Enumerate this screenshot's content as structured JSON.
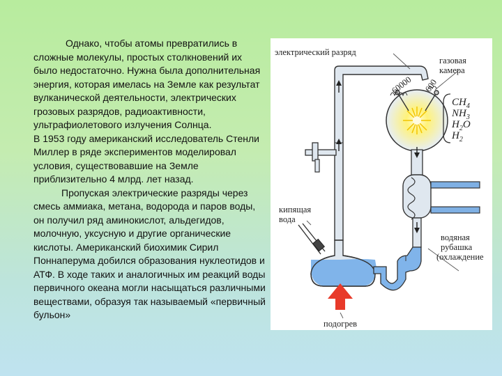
{
  "text": {
    "p1": "Однако, чтобы атомы превратились в сложные молекулы, простых столкновений их было недостаточно. Нужна была дополнительная энергия, которая имелась на Земле как результат вулканической деятельности, электрических грозовых разрядов, радиоактивности, ультрафиолетового излучения Солнца.",
    "p2": "В 1953 году американский исследователь Стенли Миллер в ряде экспериментов моделировал условия, существовавшие на Земле приблизительно 4 млрд. лет назад.",
    "p3": "Пропуская электрические разряды через смесь аммиака, метана, водорода и паров воды, он получил ряд аминокислот, альдегидов, молочную, уксусную и другие органические кислоты. Американский биохимик  Сирил Поннаперума добился образования нуклеотидов и АТФ. В ходе таких и аналогичных им реакций воды первичного океана могли насыщаться различными веществами, образуя так называемый  «первичный бульон»"
  },
  "diagram": {
    "labels": {
      "electric_discharge": "электрический разряд",
      "gas_chamber_line1": "газовая",
      "gas_chamber_line2": "камера",
      "voltage_left": "60000",
      "voltage_right": "600",
      "boiling_water_line1": "кипящая",
      "boiling_water_line2": "вода",
      "water_jacket_line1": "водяная",
      "water_jacket_line2": "рубашка",
      "water_jacket_line3": "(охлаждение",
      "heating": "подогрев"
    },
    "formulas": {
      "ch4_base": "CH",
      "ch4_sub": "4",
      "nh3_base": "NH",
      "nh3_sub": "3",
      "h2o_base": "H",
      "h2o_sub": "2",
      "h2o_tail": "O",
      "h2_base": "H",
      "h2_sub": "2"
    },
    "colors": {
      "tube_fill": "#dfe7ef",
      "tube_stroke": "#333333",
      "water": "#80b4ea",
      "heating_arrow": "#e83a2a",
      "spark_glow": "#fff27a",
      "coolant": "#7fb0e4"
    }
  }
}
